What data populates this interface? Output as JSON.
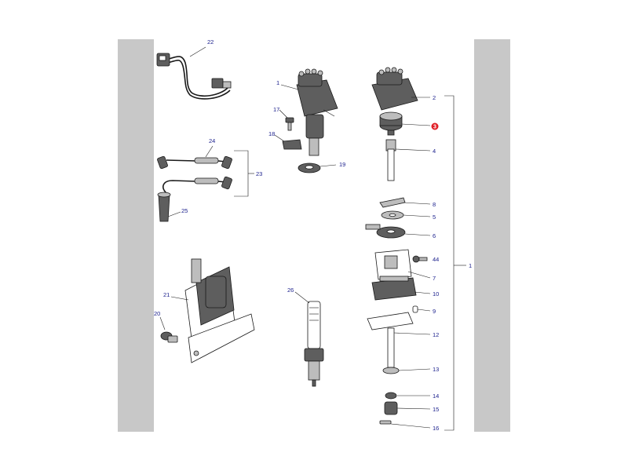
{
  "diagram": {
    "accent_colors": {
      "label": "#1a1f8c",
      "highlight": "#e01f26",
      "side_bar": "#c8c8c8",
      "part_dark": "#5e5e5e",
      "part_light": "#bdbdbd"
    },
    "highlighted_part": "3",
    "callouts": [
      {
        "id": "callout-1",
        "text": "1"
      },
      {
        "id": "callout-2",
        "text": "2"
      },
      {
        "id": "callout-3",
        "text": "3"
      },
      {
        "id": "callout-4",
        "text": "4"
      },
      {
        "id": "callout-5",
        "text": "5"
      },
      {
        "id": "callout-6",
        "text": "6"
      },
      {
        "id": "callout-7",
        "text": "7"
      },
      {
        "id": "callout-8",
        "text": "8"
      },
      {
        "id": "callout-9",
        "text": "9"
      },
      {
        "id": "callout-10",
        "text": "10"
      },
      {
        "id": "callout-11",
        "text": "1"
      },
      {
        "id": "callout-12",
        "text": "12"
      },
      {
        "id": "callout-13",
        "text": "13"
      },
      {
        "id": "callout-14",
        "text": "14"
      },
      {
        "id": "callout-15",
        "text": "15"
      },
      {
        "id": "callout-16",
        "text": "16"
      },
      {
        "id": "callout-17",
        "text": "17"
      },
      {
        "id": "callout-18",
        "text": "18"
      },
      {
        "id": "callout-19",
        "text": "19"
      },
      {
        "id": "callout-20",
        "text": "20"
      },
      {
        "id": "callout-21",
        "text": "21"
      },
      {
        "id": "callout-22",
        "text": "22"
      },
      {
        "id": "callout-23",
        "text": "23"
      },
      {
        "id": "callout-24",
        "text": "24"
      },
      {
        "id": "callout-25",
        "text": "25"
      },
      {
        "id": "callout-26",
        "text": "26"
      },
      {
        "id": "callout-44",
        "text": "44"
      }
    ]
  }
}
